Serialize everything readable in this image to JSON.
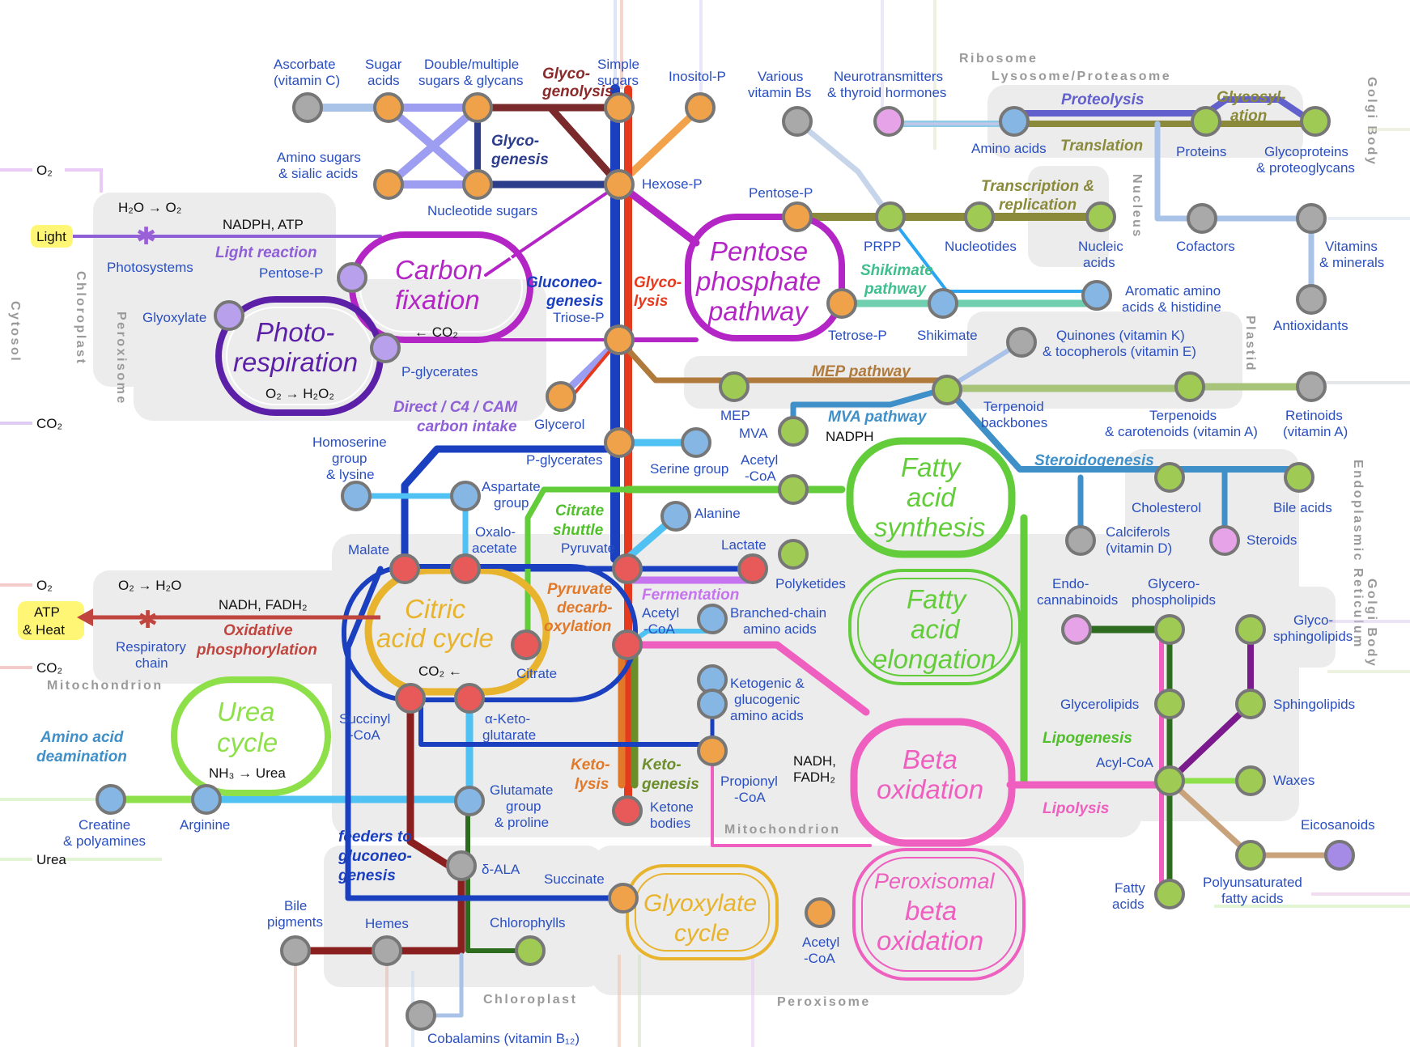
{
  "compartments": {
    "cytosol": "Cytosol",
    "chloroplast": "Chloroplast",
    "peroxisome": "Peroxisome",
    "mitochondrion": "Mitochondrion",
    "ribosome": "Ribosome",
    "lysosome": "Lysosome/Proteasome",
    "nucleus": "Nucleus",
    "plastid": "Plastid",
    "er": "Endoplasmic Reticulum",
    "golgi": "Golgi Body",
    "mitochondrion2": "Mitochondrion",
    "chloroplast2": "Chloroplast",
    "peroxisome2": "Peroxisome",
    "golgi2": "Golgi Body"
  },
  "cycles": {
    "carbon_fixation": [
      "Carbon",
      "fixation"
    ],
    "photorespiration": [
      "Photo-",
      "respiration"
    ],
    "pentose_phosphate": [
      "Pentose",
      "phosphate",
      "pathway"
    ],
    "citric_acid": [
      "Citric",
      "acid cycle"
    ],
    "urea": [
      "Urea",
      "cycle"
    ],
    "fatty_synthesis": [
      "Fatty",
      "acid",
      "synthesis"
    ],
    "fatty_elongation": [
      "Fatty",
      "acid",
      "elongation"
    ],
    "beta_oxidation": [
      "Beta",
      "oxidation"
    ],
    "perox_beta": [
      "Peroxisomal",
      "beta",
      "oxidation"
    ],
    "glyoxylate": [
      "Glyoxylate",
      "cycle"
    ]
  },
  "pathways": {
    "glycogenolysis": [
      "Glyco-",
      "genolysis"
    ],
    "glycogenesis": [
      "Glyco-",
      "genesis"
    ],
    "gluconeogenesis": [
      "Gluconeo-",
      "genesis"
    ],
    "glycolysis": [
      "Glyco-",
      "lysis"
    ],
    "light_reaction": "Light reaction",
    "shikimate": [
      "Shikimate",
      "pathway"
    ],
    "mep": "MEP pathway",
    "mva": "MVA pathway",
    "proteolysis": "Proteolysis",
    "glycosylation": [
      "Glycosyl-",
      "ation"
    ],
    "translation": "Translation",
    "transcription": [
      "Transcription &",
      "replication"
    ],
    "direct_c4": [
      "Direct / C4 / CAM",
      "carbon intake"
    ],
    "citrate_shuttle": [
      "Citrate",
      "shuttle"
    ],
    "pyruvate_decarb": [
      "Pyruvate",
      "decarb-",
      "oxylation"
    ],
    "fermentation": "Fermentation",
    "oxphos": [
      "Oxidative",
      "phosphorylation"
    ],
    "amino_deam": [
      "Amino acid",
      "deamination"
    ],
    "steroidogenesis": "Steroidogenesis",
    "lipogenesis": "Lipogenesis",
    "lipolysis": "Lipolysis",
    "ketolysis": [
      "Keto-",
      "lysis"
    ],
    "ketogenesis": [
      "Keto-",
      "genesis"
    ],
    "feeders": [
      "feeders to",
      "gluconeo-",
      "genesis"
    ]
  },
  "stations": {
    "ascorbate": [
      "Ascorbate",
      "(vitamin C)"
    ],
    "sugar_acids": [
      "Sugar",
      "acids"
    ],
    "double_sugars": [
      "Double/multiple",
      "sugars & glycans"
    ],
    "simple_sugars": [
      "Simple",
      "sugars"
    ],
    "inositol": "Inositol-P",
    "various_vit_b": [
      "Various",
      "vitamin Bs"
    ],
    "neuro": [
      "Neurotransmitters",
      "& thyroid hormones"
    ],
    "amino_sugars": [
      "Amino sugars",
      "& sialic acids"
    ],
    "nucleotide_sugars": "Nucleotide sugars",
    "hexose_p": "Hexose-P",
    "amino_acids": "Amino acids",
    "proteins": "Proteins",
    "glycoproteins": [
      "Glycoproteins",
      "& proteoglycans"
    ],
    "pentose_p_top": "Pentose-P",
    "prpp": "PRPP",
    "nucleotides": "Nucleotides",
    "nucleic_acids": [
      "Nucleic",
      "acids"
    ],
    "cofactors": "Cofactors",
    "vitamins_minerals": [
      "Vitamins",
      "& minerals"
    ],
    "antioxidants": "Antioxidants",
    "photosystems": "Photosystems",
    "pentose_p_cf": "Pentose-P",
    "glyoxylate": "Glyoxylate",
    "triose_p": "Triose-P",
    "p_glycerates_top": "P-glycerates",
    "tetrose_p": "Tetrose-P",
    "shikimate": "Shikimate",
    "aromatic": [
      "Aromatic amino",
      "acids & histidine"
    ],
    "quinones": [
      "Quinones (vitamin K)",
      "& tocopherols (vitamin E)"
    ],
    "glycerol": "Glycerol",
    "mep": "MEP",
    "mva": "MVA",
    "terpenoid_backbones": [
      "Terpenoid",
      "backbones"
    ],
    "terpenoids": [
      "Terpenoids",
      "& carotenoids (vitamin A)"
    ],
    "retinoids": [
      "Retinoids",
      "(vitamin A)"
    ],
    "homoserine": [
      "Homoserine",
      "group",
      "& lysine"
    ],
    "p_glycerates": "P-glycerates",
    "serine": "Serine group",
    "acetyl_coa_top": [
      "Acetyl",
      "-CoA"
    ],
    "aspartate": [
      "Aspartate",
      "group"
    ],
    "oxaloacetate": [
      "Oxalo-",
      "acetate"
    ],
    "alanine": "Alanine",
    "pyruvate": "Pyruvate",
    "lactate": "Lactate",
    "malate": "Malate",
    "polyketides": "Polyketides",
    "cholesterol": "Cholesterol",
    "bile_acids": "Bile acids",
    "calciferols": [
      "Calciferols",
      "(vitamin D)"
    ],
    "steroids": "Steroids",
    "acetyl_coa_mid": [
      "Acetyl",
      "-CoA"
    ],
    "branched_chain": [
      "Branched-chain",
      "amino acids"
    ],
    "citrate": "Citrate",
    "succinyl": [
      "Succinyl",
      "-CoA"
    ],
    "aketo": [
      "α-Keto-",
      "glutarate"
    ],
    "ketogenic": [
      "Ketogenic &",
      "glucogenic",
      "amino acids"
    ],
    "propionyl": [
      "Propionyl",
      "-CoA"
    ],
    "ketone_bodies": [
      "Ketone",
      "bodies"
    ],
    "endocannabinoids": [
      "Endo-",
      "cannabinoids"
    ],
    "glycerophospholipids": [
      "Glycero-",
      "phospholipids"
    ],
    "glycosphingolipids": [
      "Glyco-",
      "sphingolipids"
    ],
    "glycerolipids": "Glycerolipids",
    "sphingolipids": "Sphingolipids",
    "acyl_coa": "Acyl-CoA",
    "waxes": "Waxes",
    "eicosanoids": "Eicosanoids",
    "pufa": [
      "Polyunsaturated",
      "fatty acids"
    ],
    "fatty_acids": [
      "Fatty",
      "acids"
    ],
    "glutamate": [
      "Glutamate",
      "group",
      "& proline"
    ],
    "creatine": [
      "Creatine",
      "& polyamines"
    ],
    "arginine": "Arginine",
    "ala": "δ-ALA",
    "succinate": "Succinate",
    "chlorophylls": "Chlorophylls",
    "bile_pigments": [
      "Bile",
      "pigments"
    ],
    "hemes": "Hemes",
    "acetyl_coa_perox": [
      "Acetyl",
      "-CoA"
    ],
    "cobalamins": "Cobalamins (vitamin B₁₂)",
    "light": "Light",
    "atp_heat": [
      "ATP",
      "& Heat"
    ],
    "respiratory_chain": [
      "Respiratory",
      "chain"
    ]
  },
  "annotations": {
    "o2_out": "O₂",
    "co2_in": "CO₂",
    "o2_in": "O₂",
    "co2_out": "CO₂",
    "urea_out": "Urea",
    "h2o_o2": "H₂O → O₂",
    "nadph_atp": "NADPH, ATP",
    "co2_cf": "← CO₂",
    "o2_h2o2": "O₂ → H₂O₂",
    "nadph_mva": "NADPH",
    "o2_h2o": "O₂ → H₂O",
    "nadh_fadh2": "NADH, FADH₂",
    "co2_tca": "CO₂ ←",
    "nh3_urea": "NH₃ → Urea",
    "nadh_fadh2_beta": [
      "NADH,",
      "FADH₂"
    ]
  },
  "colors": {
    "glycolysis": "#e63a1f",
    "gluconeogenesis": "#1a3fbf",
    "pentose": "#b325c4",
    "tca": "#e8b42d",
    "fatty": "#62cc3a",
    "beta": "#ee5fc0",
    "urea": "#8ee04a",
    "purple": "#5b1fa8",
    "brown": "#b07a3c",
    "olive": "#8a8a3a",
    "steelblue": "#3f8fc8"
  }
}
